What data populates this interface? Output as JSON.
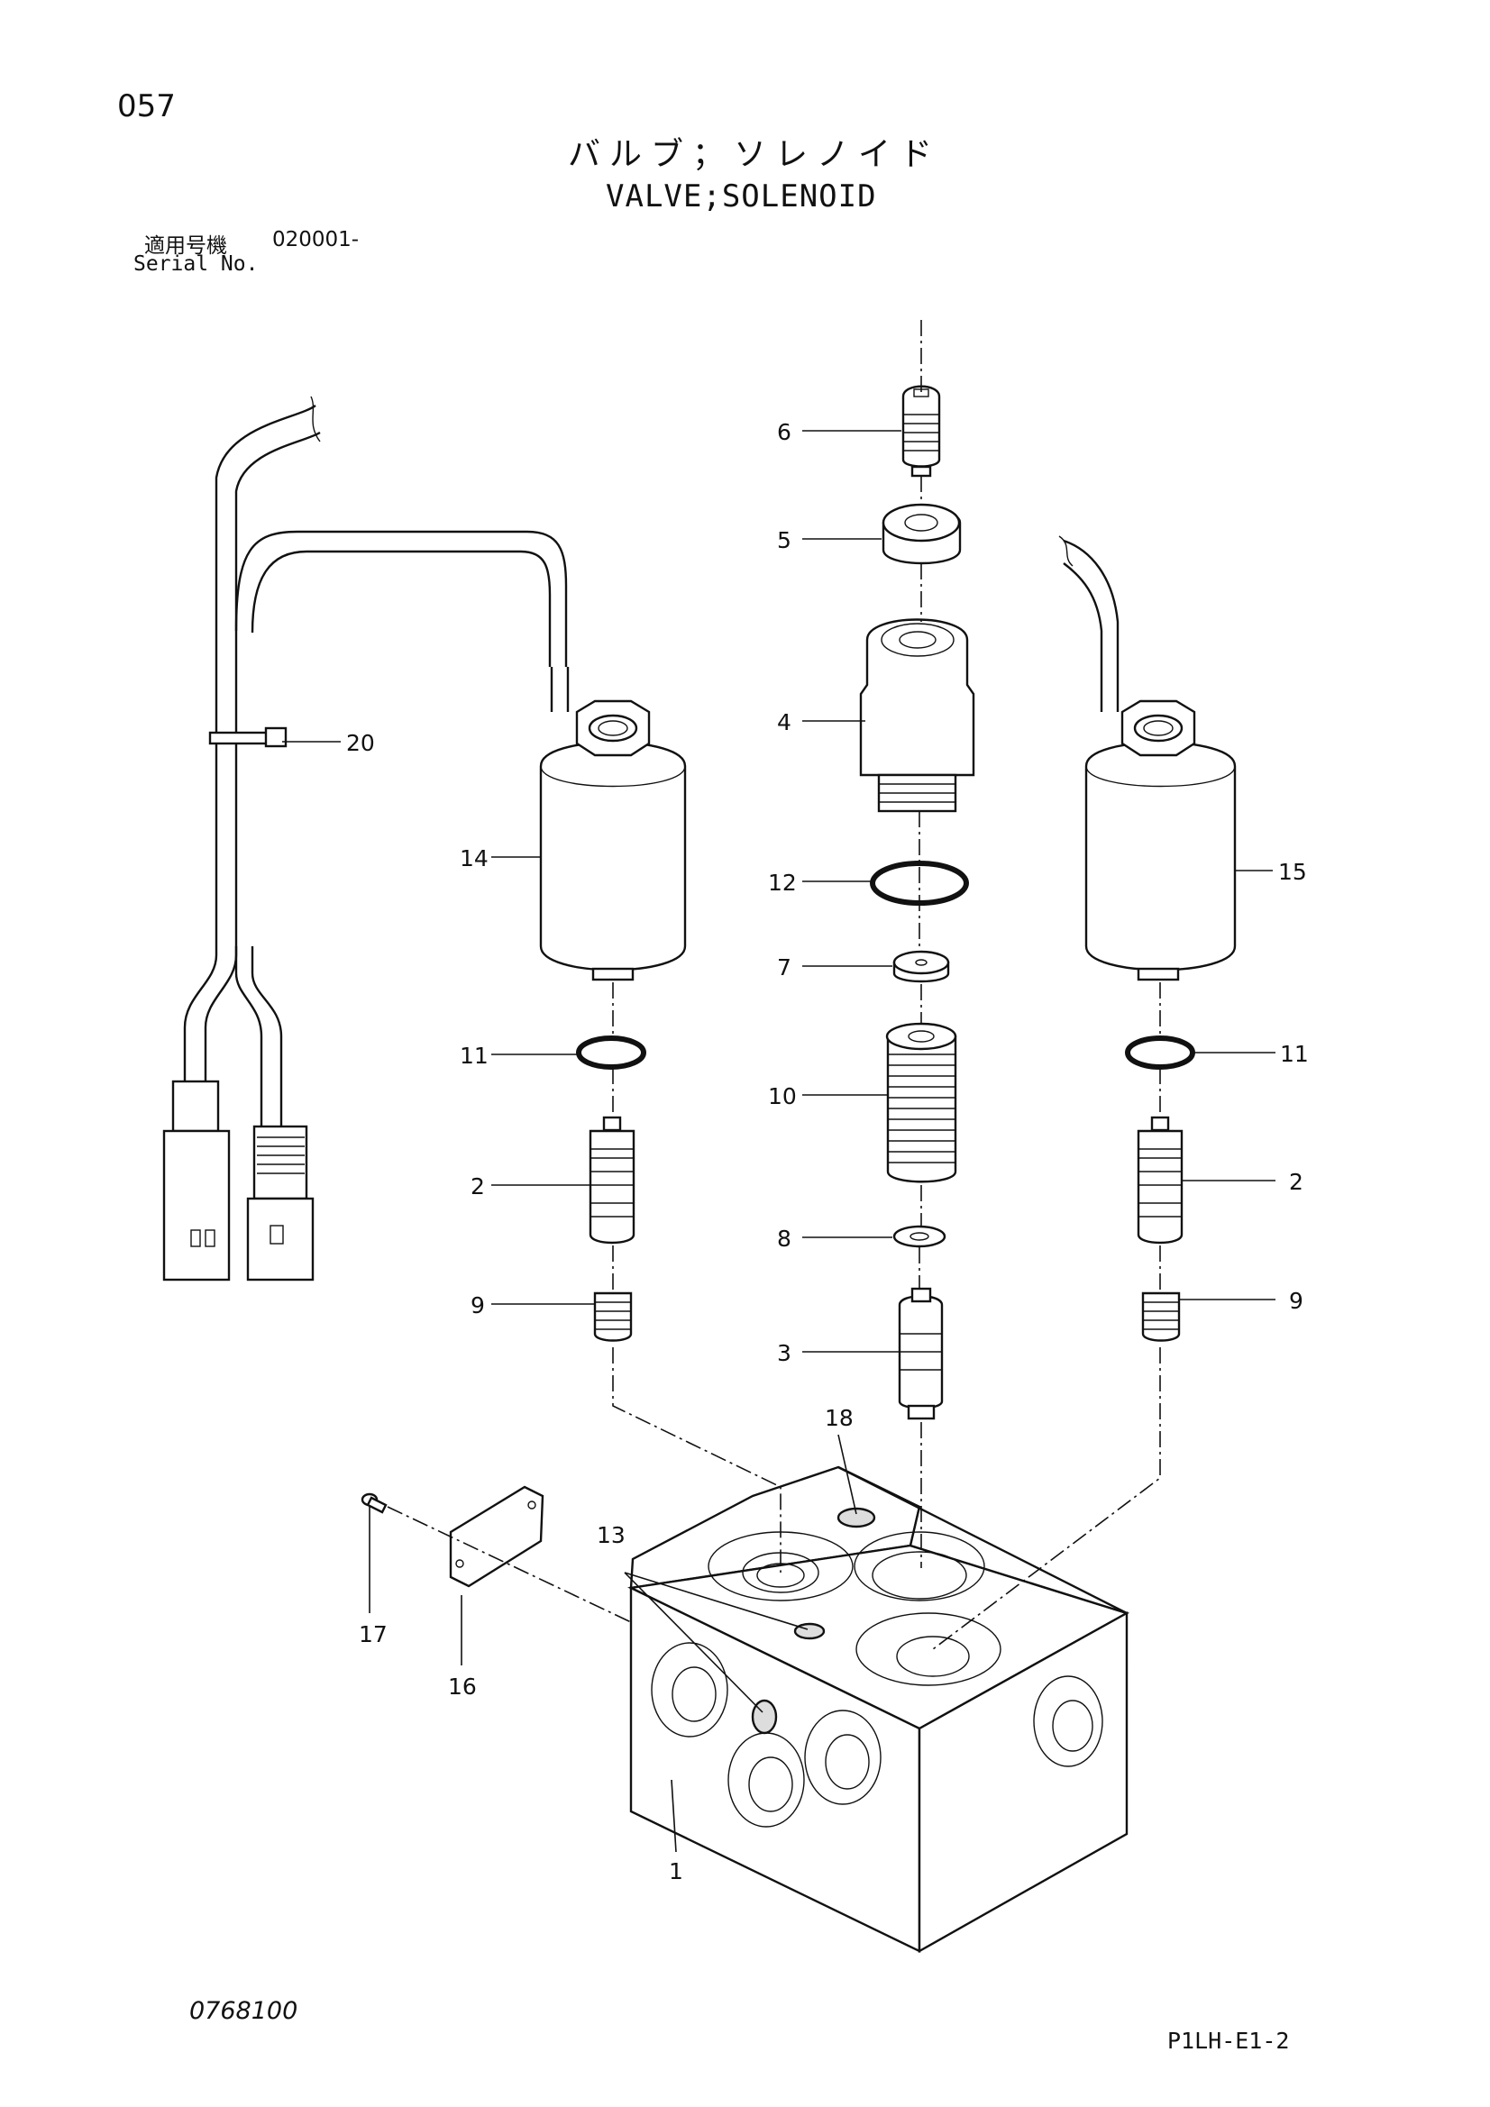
{
  "header": {
    "page_number": "057",
    "title_japanese": "バルブ；ソレノイド",
    "title_english": "VALVE;SOLENOID",
    "serial_label_japanese": "適用号機",
    "serial_value": "020001-",
    "serial_label_english": "Serial No."
  },
  "callouts": {
    "c1": "1",
    "c2_left": "2",
    "c2_right": "2",
    "c3": "3",
    "c4": "4",
    "c5": "5",
    "c6": "6",
    "c7": "7",
    "c8": "8",
    "c9_left": "9",
    "c9_right": "9",
    "c10": "10",
    "c11_left": "11",
    "c11_right": "11",
    "c12": "12",
    "c13": "13",
    "c14": "14",
    "c15": "15",
    "c16": "16",
    "c17": "17",
    "c18": "18",
    "c20": "20"
  },
  "footer": {
    "drawing_number": "0768100",
    "sheet_code": "P1LH-E1-2"
  }
}
